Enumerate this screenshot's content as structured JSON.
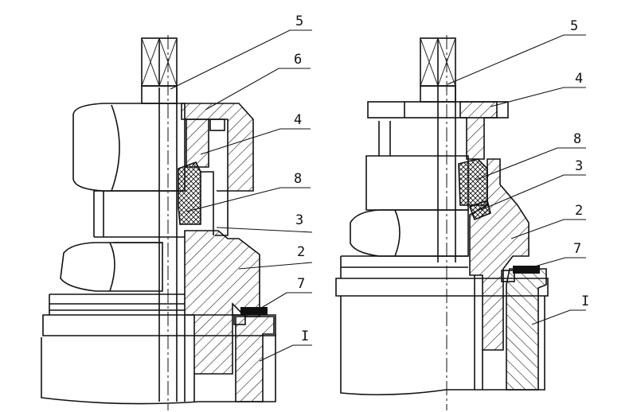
{
  "labels": {
    "left": {
      "l5": "5",
      "l6": "6",
      "l4": "4",
      "l8": "8",
      "l3": "3",
      "l2": "2",
      "l7": "7",
      "l1": "I"
    },
    "right": {
      "r5": "5",
      "r4": "4",
      "r8": "8",
      "r3": "3",
      "r2": "2",
      "r7": "7",
      "r1": "I"
    }
  }
}
